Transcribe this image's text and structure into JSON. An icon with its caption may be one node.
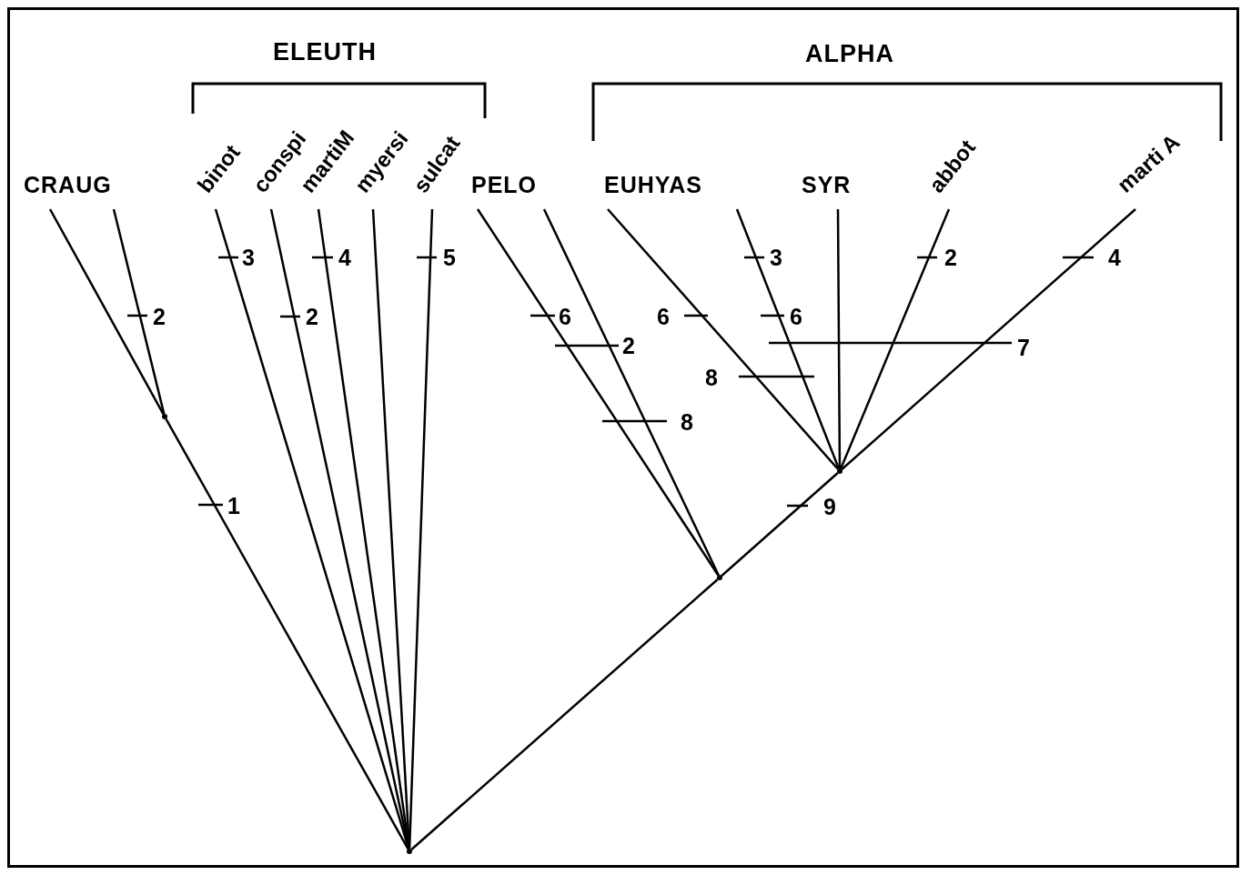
{
  "diagram": {
    "nodes": [
      {
        "text": [
          "CRAUG"
        ]
      },
      {
        "text": [
          "binot"
        ]
      },
      {
        "text": [
          "conspi"
        ]
      },
      {
        "text": [
          "martiM"
        ]
      },
      {
        "text": [
          "myersi"
        ]
      },
      {
        "text": [
          "sulcat"
        ]
      },
      {
        "text": [
          "PELO"
        ]
      },
      {
        "text": [
          "EUHYAS"
        ]
      },
      {
        "text": [
          "SYR"
        ]
      },
      {
        "text": [
          "abbot"
        ]
      },
      {
        "text": [
          "marti A"
        ]
      },
      {
        "text": [],
        "shape": "dot"
      },
      {
        "text": [],
        "shape": "dot"
      },
      {
        "text": [],
        "shape": "dot"
      },
      {
        "text": [],
        "shape": "dot"
      }
    ],
    "edges": [
      {
        "from": 11,
        "to": 12,
        "arrow": "none"
      },
      {
        "from": 12,
        "to": 0,
        "arrow": "none"
      },
      {
        "from": 12,
        "to": 0,
        "arrow": "none"
      },
      {
        "from": 11,
        "to": 1,
        "arrow": "none"
      },
      {
        "from": 11,
        "to": 2,
        "arrow": "none"
      },
      {
        "from": 11,
        "to": 3,
        "arrow": "none"
      },
      {
        "from": 11,
        "to": 4,
        "arrow": "none"
      },
      {
        "from": 11,
        "to": 5,
        "arrow": "none"
      },
      {
        "from": 11,
        "to": 13,
        "arrow": "none"
      },
      {
        "from": 13,
        "to": 6,
        "arrow": "none"
      },
      {
        "from": 13,
        "to": 6,
        "arrow": "none"
      },
      {
        "from": 13,
        "to": 14,
        "arrow": "none"
      },
      {
        "from": 14,
        "to": 7,
        "arrow": "none"
      },
      {
        "from": 14,
        "to": 7,
        "arrow": "none"
      },
      {
        "from": 14,
        "to": 8,
        "arrow": "none"
      },
      {
        "from": 14,
        "to": 9,
        "arrow": "none"
      },
      {
        "from": 14,
        "to": 10,
        "arrow": "none"
      }
    ],
    "labels": [
      "ELEUTH",
      "ALPHA",
      "3",
      "4",
      "5",
      "3",
      "2",
      "4",
      "2",
      "2",
      "6",
      "6",
      "6",
      "2",
      "7",
      "8",
      "8",
      "1",
      "9"
    ]
  }
}
